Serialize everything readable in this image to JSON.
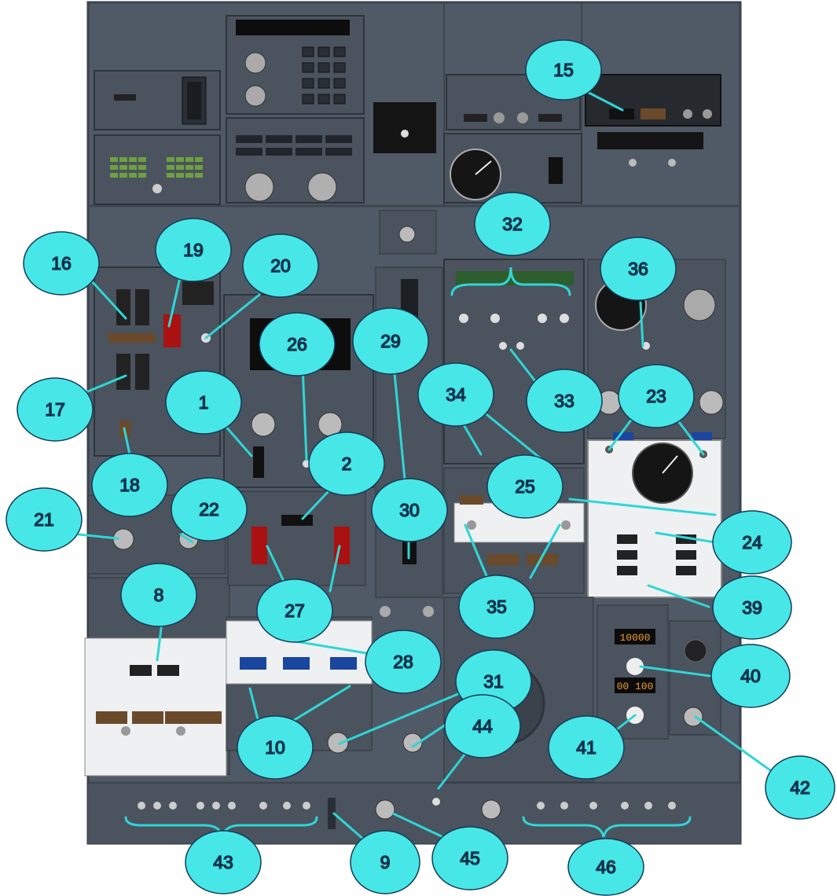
{
  "diagram": {
    "callouts": [
      "15",
      "16",
      "19",
      "20",
      "32",
      "36",
      "26",
      "29",
      "1",
      "17",
      "34",
      "33",
      "23",
      "2",
      "18",
      "25",
      "21",
      "22",
      "30",
      "24",
      "27",
      "8",
      "35",
      "39",
      "28",
      "40",
      "31",
      "44",
      "10",
      "41",
      "42",
      "43",
      "9",
      "45",
      "46"
    ]
  },
  "panel": {
    "altitude_display": "10000",
    "landing_altitude_display": "00 100"
  }
}
